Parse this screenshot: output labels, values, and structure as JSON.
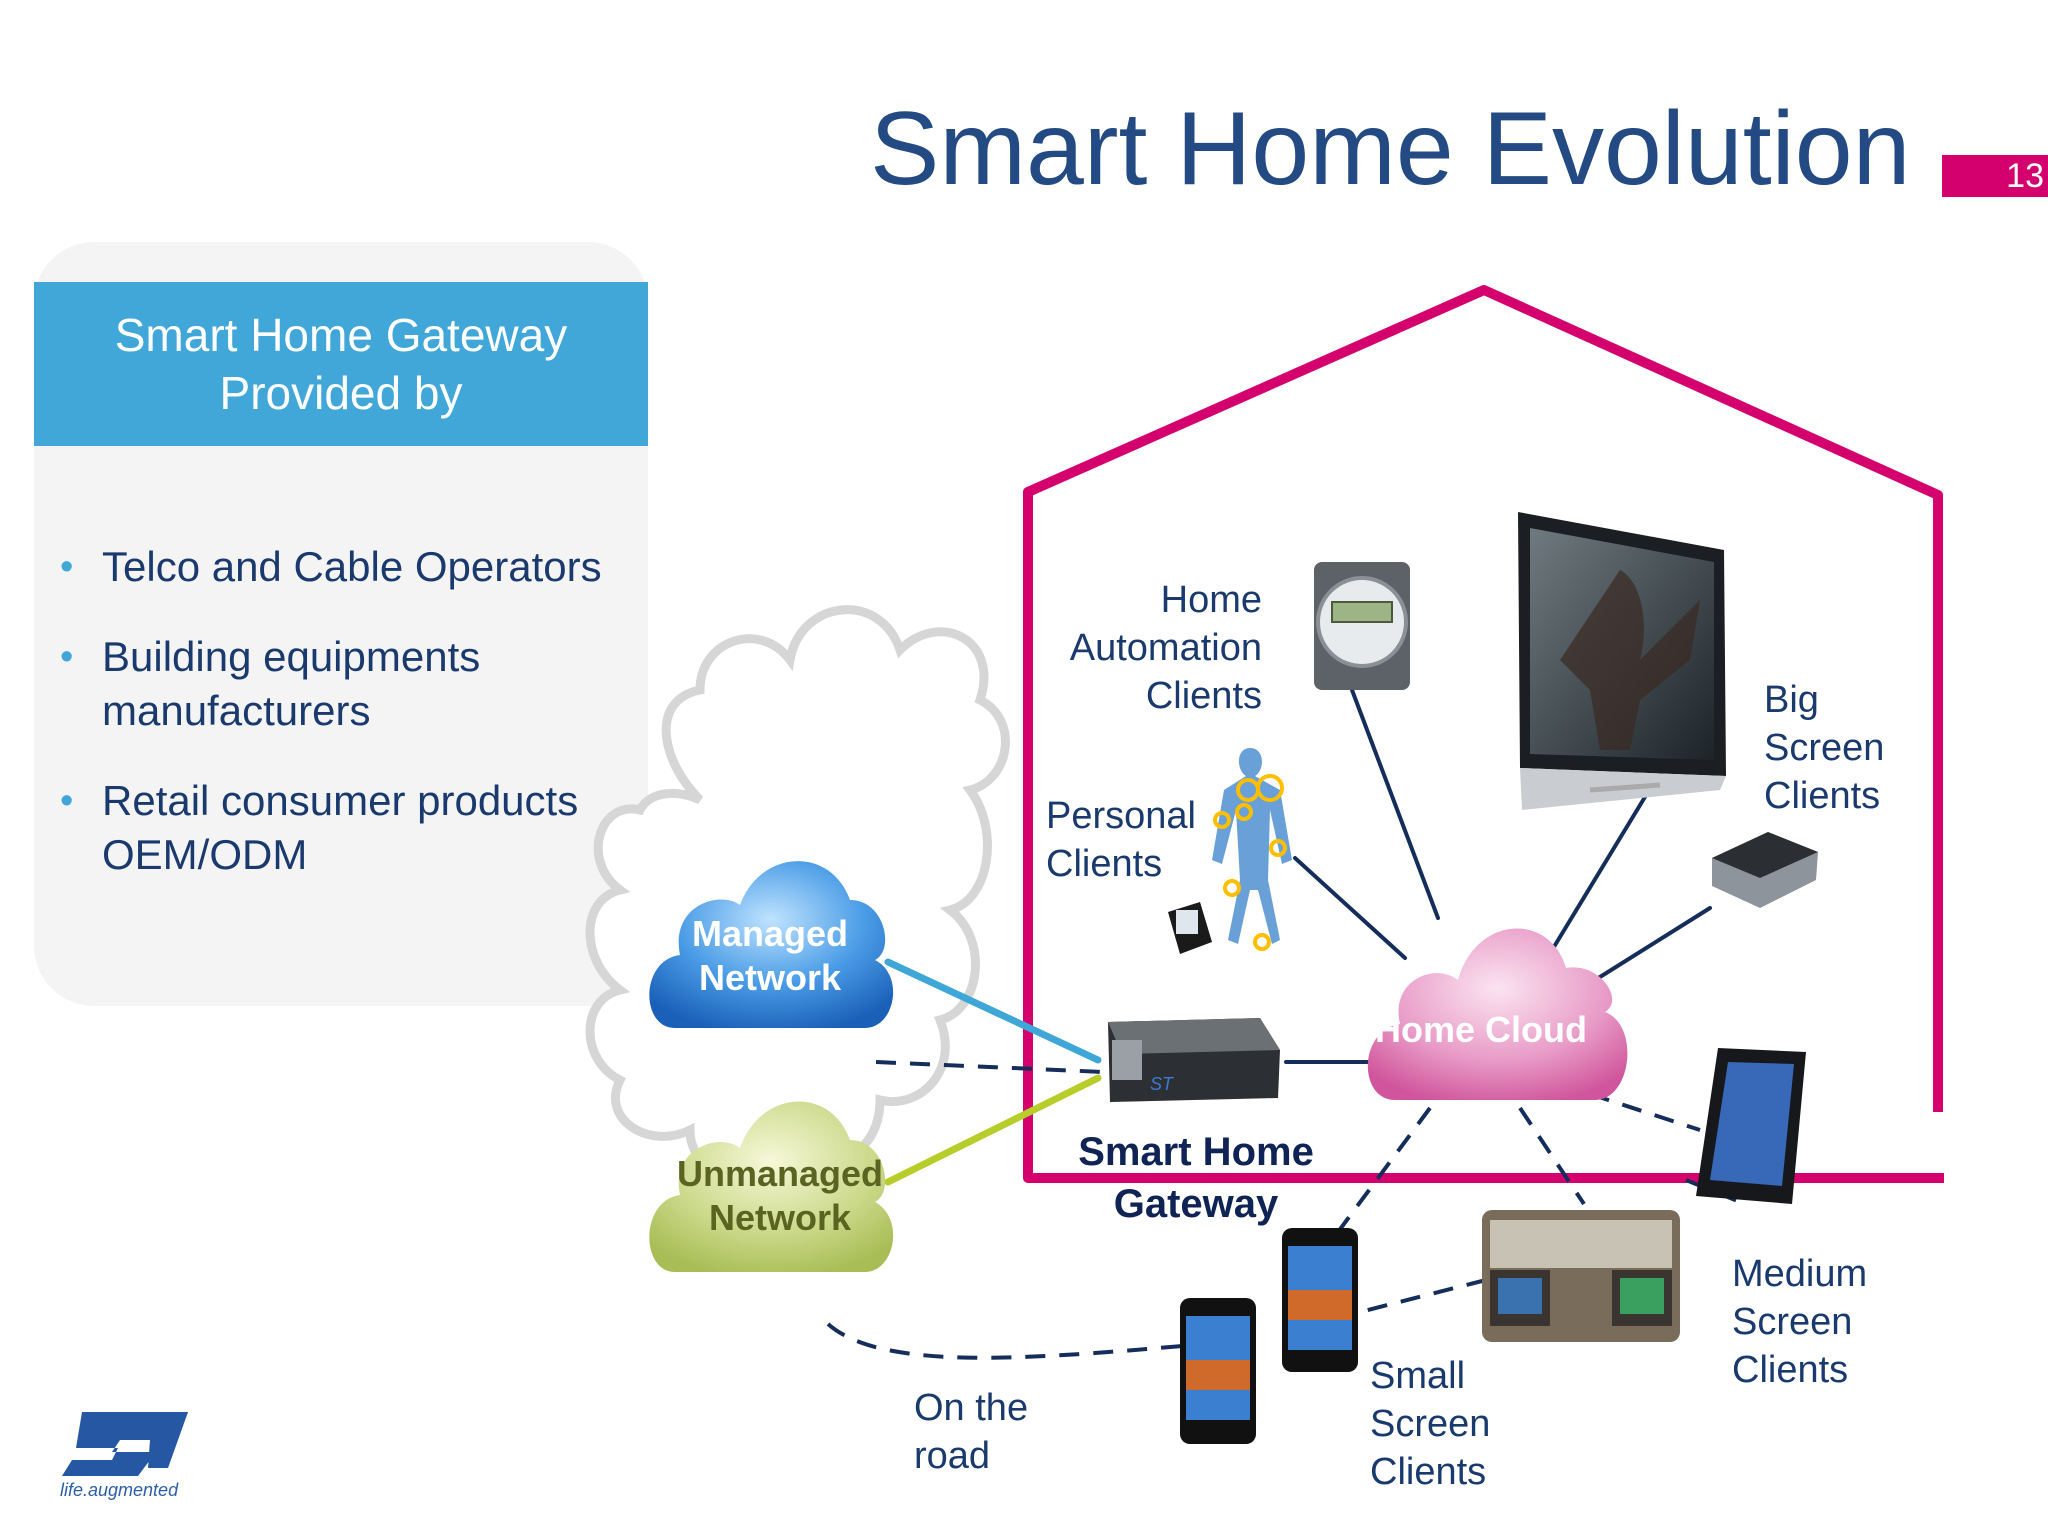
{
  "slide": {
    "title": "Smart Home Evolution",
    "page_number": "13"
  },
  "panel": {
    "header": "Smart Home Gateway\nProvided by",
    "bullets": [
      "Telco and Cable Operators",
      "Building equipments manufacturers",
      "Retail consumer products OEM/ODM"
    ]
  },
  "diagram": {
    "home_automation": "Home\nAutomation\nClients",
    "personal": "Personal\nClients",
    "big_screen": "Big\nScreen\nClients",
    "medium_screen": "Medium\nScreen\nClients",
    "small_screen": "Small\nScreen\nClients",
    "on_the_road": "On the\nroad",
    "gateway": "Smart Home\nGateway",
    "managed_network": "Managed\nNetwork",
    "unmanaged_network": "Unmanaged\nNetwork",
    "home_cloud": "Home Cloud"
  },
  "logo": {
    "tagline": "life.augmented"
  },
  "colors": {
    "title": "#234a82",
    "accent": "#d4006e",
    "panel_header": "#41a6d8",
    "managed_cloud": "#2d7fd4",
    "unmanaged_cloud": "#c6d47a",
    "home_cloud": "#e58fc0"
  }
}
